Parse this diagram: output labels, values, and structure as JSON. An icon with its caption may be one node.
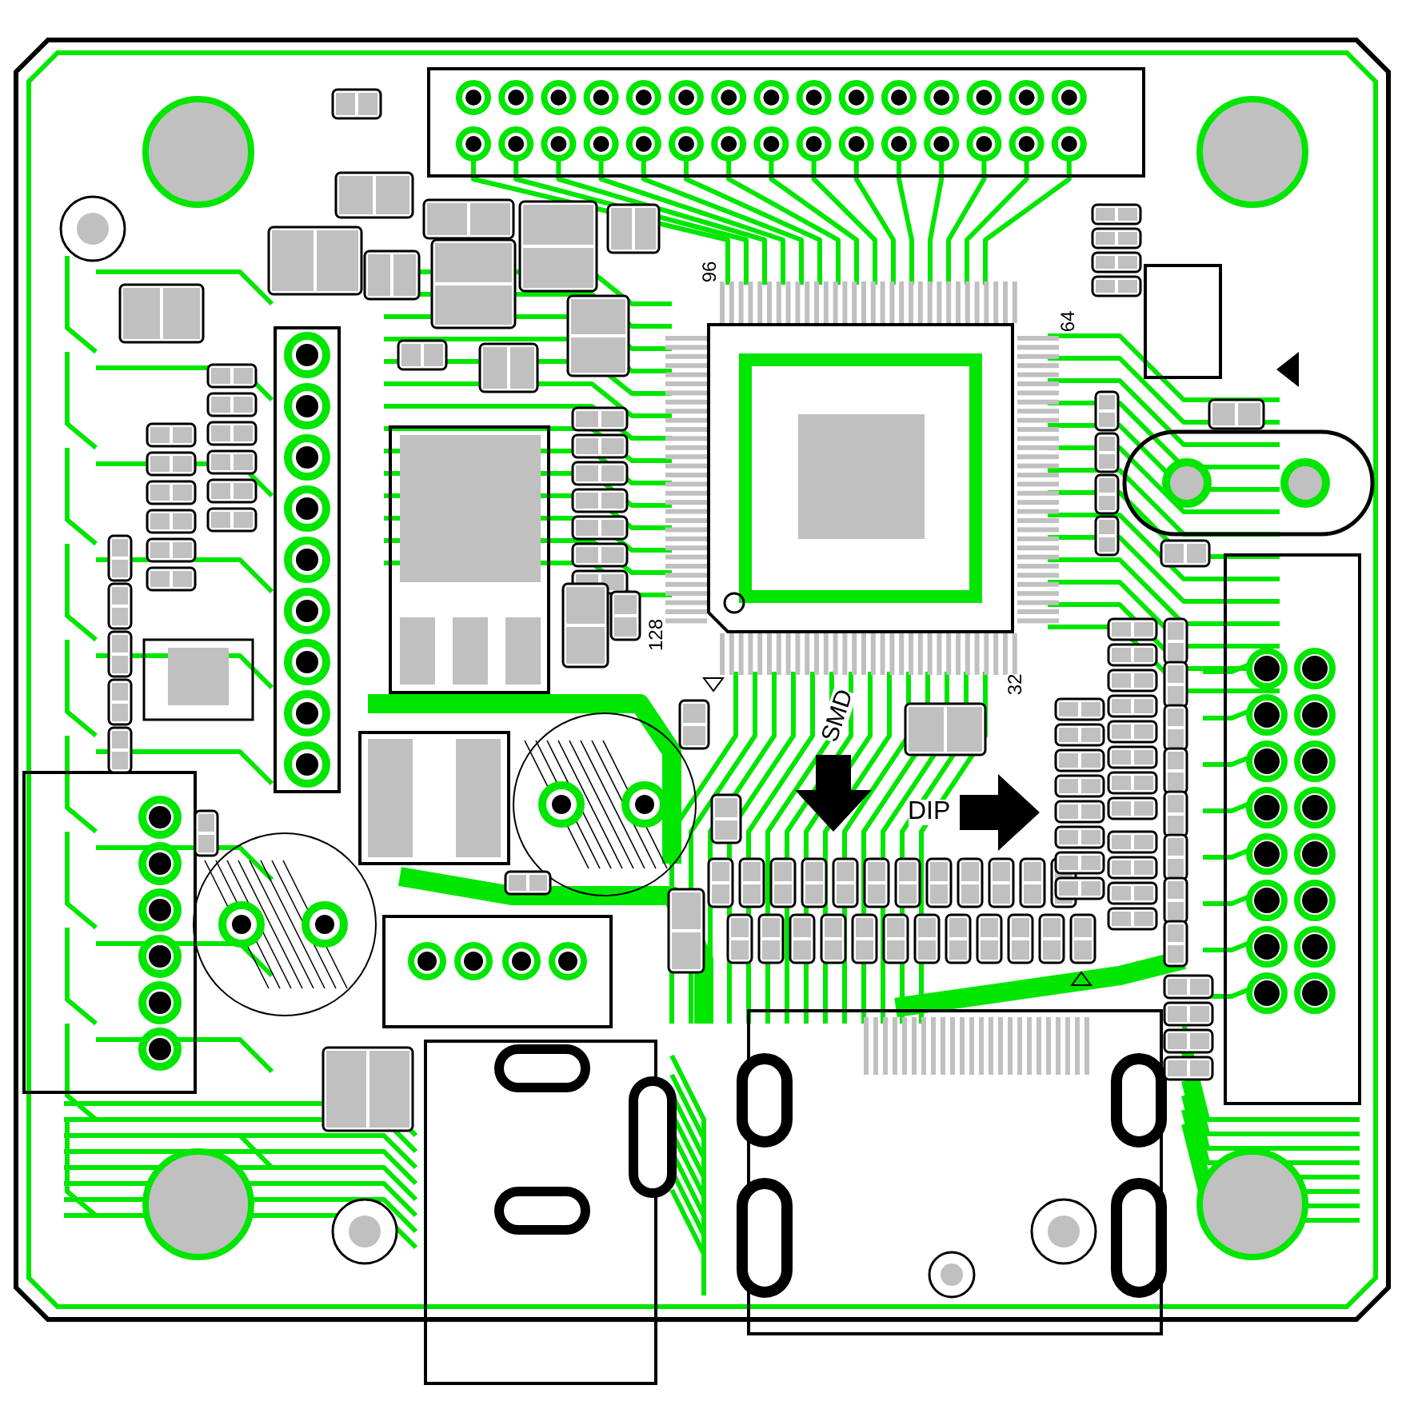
{
  "diagram": {
    "labels": [
      "96",
      "64",
      "128",
      "32",
      "SMD",
      "DIP"
    ]
  }
}
